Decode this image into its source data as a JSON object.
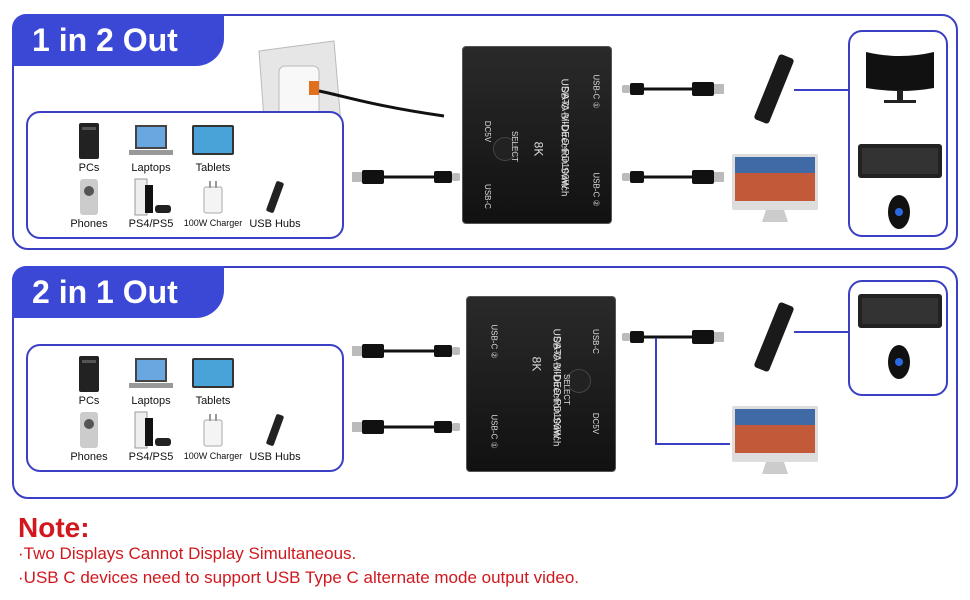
{
  "panel_top": {
    "tab_title": "1 in 2 Out",
    "devices": [
      {
        "label": "PCs",
        "icon": "pc-tower-icon"
      },
      {
        "label": "Laptops",
        "icon": "laptop-icon"
      },
      {
        "label": "Tablets",
        "icon": "tablet-icon"
      },
      {
        "label": "Phones",
        "icon": "phone-icon"
      },
      {
        "label": "PS4/PS5",
        "icon": "game-console-icon"
      },
      {
        "label": "100W Charger",
        "icon": "charger-icon"
      },
      {
        "label": "USB Hubs",
        "icon": "usb-hub-icon"
      }
    ],
    "switch": {
      "title": "USB-C Bi-Direction Switch",
      "subtitle": "DATA-VIDEO-PD100W",
      "port_1": "USB-C ①",
      "port_2": "USB-C ②",
      "port_in": "USB-C",
      "dc": "DC5V",
      "select": "SELECT",
      "res": "8K"
    }
  },
  "panel_bottom": {
    "tab_title": "2 in 1 Out",
    "devices": [
      {
        "label": "PCs",
        "icon": "pc-tower-icon"
      },
      {
        "label": "Laptops",
        "icon": "laptop-icon"
      },
      {
        "label": "Tablets",
        "icon": "tablet-icon"
      },
      {
        "label": "Phones",
        "icon": "phone-icon"
      },
      {
        "label": "PS4/PS5",
        "icon": "game-console-icon"
      },
      {
        "label": "100W Charger",
        "icon": "charger-icon"
      },
      {
        "label": "USB Hubs",
        "icon": "usb-hub-icon"
      }
    ],
    "switch": {
      "title": "USB-C Bi-Direction Switch",
      "subtitle": "DATA-VIDEO-PD100W",
      "port_1": "USB-C ①",
      "port_2": "USB-C ②",
      "port_out": "USB-C",
      "dc": "DC5V",
      "select": "SELECT",
      "res": "8K"
    }
  },
  "note": {
    "title": "Note:",
    "lines": [
      "·Two Displays Cannot Display Simultaneous.",
      "·USB C devices need to support USB Type C alternate mode output video."
    ]
  },
  "colors": {
    "accent": "#3b48d6",
    "border": "#3b3fc4",
    "note": "#d0181e"
  }
}
